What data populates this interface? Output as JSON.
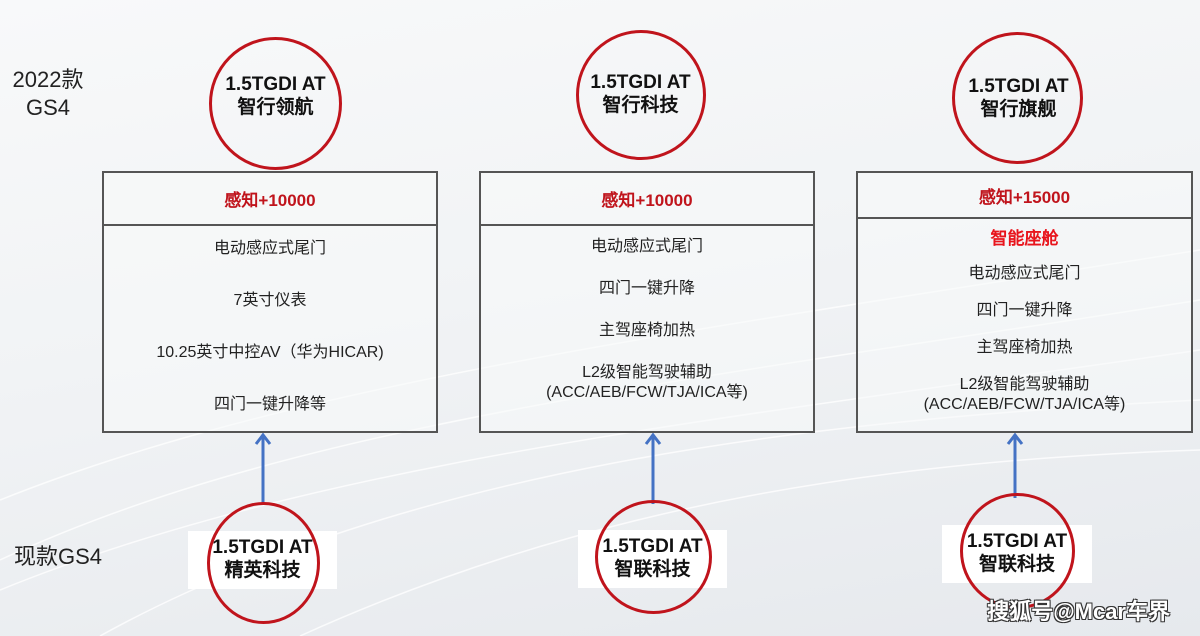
{
  "row_labels": {
    "top": [
      "2022款",
      "GS4"
    ],
    "bottom": "现款GS4"
  },
  "columns": [
    {
      "top_circle": {
        "line1": "1.5TGDI AT",
        "line2": "智行领航"
      },
      "box": {
        "header": "感知+10000",
        "highlight": null,
        "items": [
          "电动感应式尾门",
          "7英寸仪表",
          "10.25英寸中控AV（华为HICAR)",
          "四门一键升降等"
        ]
      },
      "bottom_circle": {
        "line1": "1.5TGDI AT",
        "line2": "精英科技"
      }
    },
    {
      "top_circle": {
        "line1": "1.5TGDI AT",
        "line2": "智行科技"
      },
      "box": {
        "header": "感知+10000",
        "highlight": null,
        "items": [
          "电动感应式尾门",
          "四门一键升降",
          "主驾座椅加热",
          "L2级智能驾驶辅助",
          "(ACC/AEB/FCW/TJA/ICA等)"
        ]
      },
      "bottom_circle": {
        "line1": "1.5TGDI AT",
        "line2": "智联科技"
      }
    },
    {
      "top_circle": {
        "line1": "1.5TGDI AT",
        "line2": "智行旗舰"
      },
      "box": {
        "header": "感知+15000",
        "highlight": "智能座舱",
        "items": [
          "电动感应式尾门",
          "四门一键升降",
          "主驾座椅加热",
          "L2级智能驾驶辅助",
          "(ACC/AEB/FCW/TJA/ICA等)"
        ]
      },
      "bottom_circle": {
        "line1": "1.5TGDI AT",
        "line2": "智联科技"
      }
    }
  ],
  "watermark": "搜狐号@Mcar车界",
  "colors": {
    "circle_red": "#c0141c",
    "header_red": "#c0141c",
    "highlight_red": "#e8141c",
    "arrow_blue": "#4472c4",
    "box_border": "#555555"
  }
}
